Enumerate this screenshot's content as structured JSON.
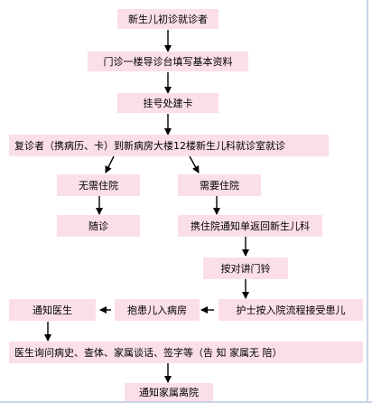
{
  "colors": {
    "box_fill": "#fbdfe6",
    "arrow": "#000000",
    "frame": "#c8d3e6"
  },
  "nodes": {
    "first_visit": "新生儿初诊就诊者",
    "registration_desk": "门诊一楼导诊台填写基本资料",
    "register_card": "挂号处建卡",
    "return_visit": "复诊者（携病历、卡）到新病房大楼12楼新生儿科就诊室就诊",
    "no_admission": "无需住院",
    "need_admission": "需要住院",
    "follow_up": "随诊",
    "return_with_notice": "携住院通知单返回新生儿科",
    "press_intercom": "按对讲门铃",
    "nurse_accept": "护士按入院流程接受患儿",
    "carry_to_ward": "抱患儿入病房",
    "notify_doctor": "通知医生",
    "doctor_inquiry": "医生询问病史、查体、家属谈话、签字等（告  知 家属无  陪）",
    "family_leave": "通知家属离院"
  }
}
